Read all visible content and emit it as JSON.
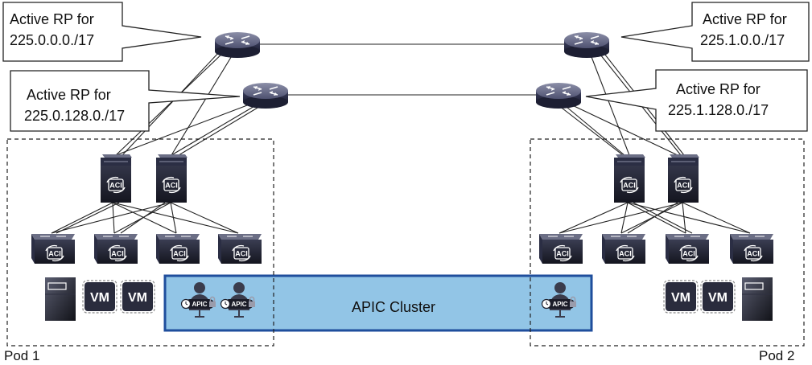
{
  "callouts": {
    "rp1": {
      "line1": "Active RP for",
      "line2": "225.0.0.0./17"
    },
    "rp2": {
      "line1": "Active RP for",
      "line2": "225.0.128.0./17"
    },
    "rp3": {
      "line1": "Active RP for",
      "line2": "225.1.0.0./17"
    },
    "rp4": {
      "line1": "Active RP for",
      "line2": "225.1.128.0./17"
    }
  },
  "pods": {
    "pod1": {
      "label": "Pod 1"
    },
    "pod2": {
      "label": "Pod 2"
    }
  },
  "cluster": {
    "label": "APIC Cluster",
    "fill": "#92c5e6",
    "border": "#1f4e9c"
  },
  "icons": {
    "aci": "ACI",
    "vm": "VM",
    "apic": "APIC"
  }
}
